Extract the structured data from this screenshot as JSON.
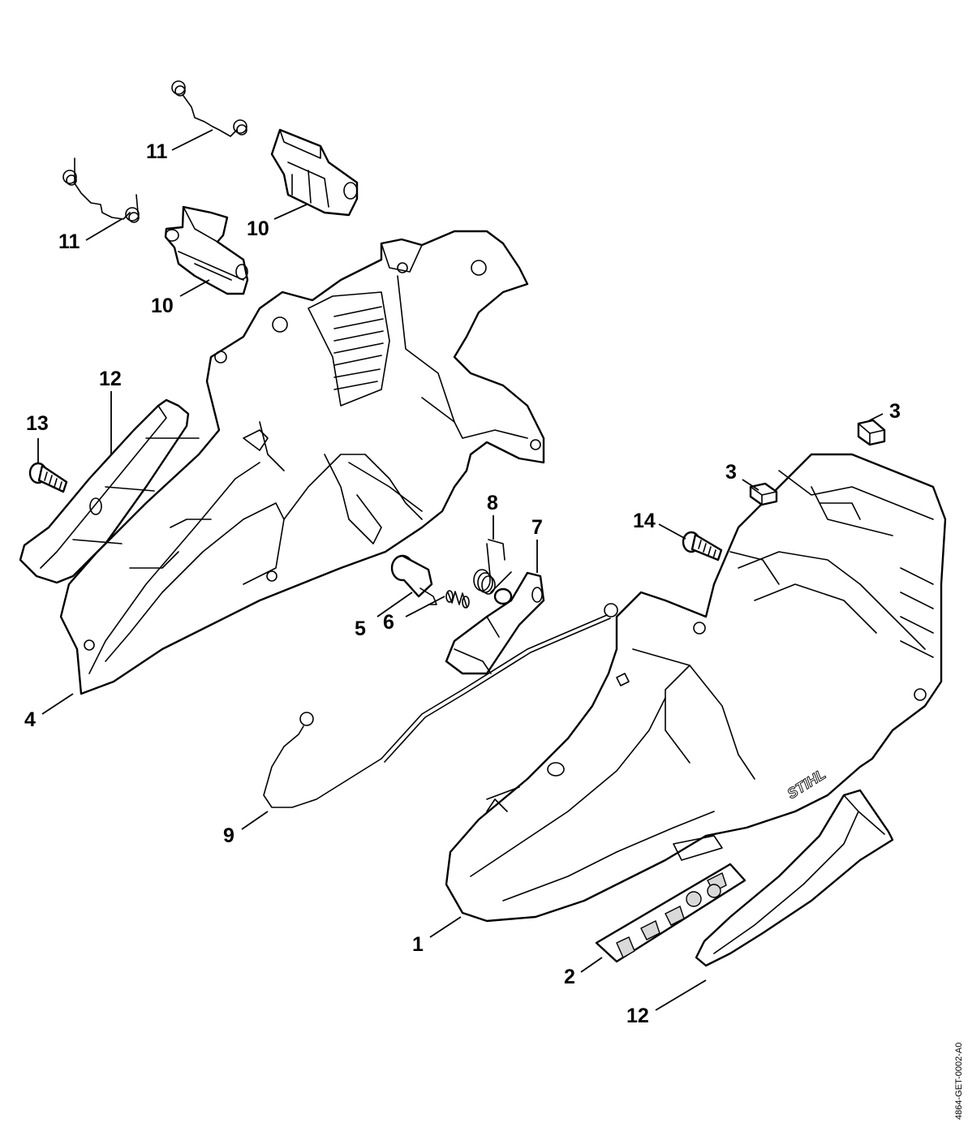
{
  "diagram": {
    "brand_text": "STIHL",
    "document_id": "4864-GET-0002-A0",
    "callouts": [
      {
        "id": "c11a",
        "label": "11"
      },
      {
        "id": "c11b",
        "label": "11"
      },
      {
        "id": "c10a",
        "label": "10"
      },
      {
        "id": "c10b",
        "label": "10"
      },
      {
        "id": "c12a",
        "label": "12"
      },
      {
        "id": "c13",
        "label": "13"
      },
      {
        "id": "c4",
        "label": "4"
      },
      {
        "id": "c5",
        "label": "5"
      },
      {
        "id": "c6",
        "label": "6"
      },
      {
        "id": "c8",
        "label": "8"
      },
      {
        "id": "c7",
        "label": "7"
      },
      {
        "id": "c3a",
        "label": "3"
      },
      {
        "id": "c3b",
        "label": "3"
      },
      {
        "id": "c14",
        "label": "14"
      },
      {
        "id": "c9",
        "label": "9"
      },
      {
        "id": "c1",
        "label": "1"
      },
      {
        "id": "c2",
        "label": "2"
      },
      {
        "id": "c12b",
        "label": "12"
      }
    ]
  }
}
